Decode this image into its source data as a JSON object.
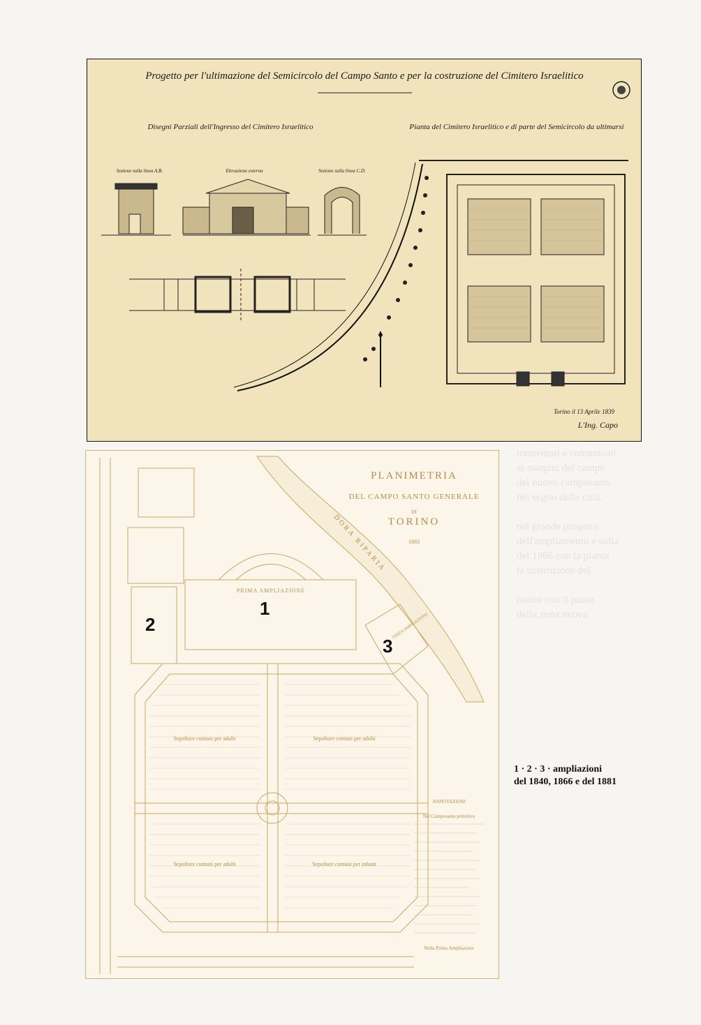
{
  "plate_top": {
    "title": "Progetto per l'ultimazione del Semicircolo del Campo Santo e per la costruzione del Cimitero Israelitico",
    "left_heading": "Disegni Parziali dell'Ingresso del Cimitero Israelitico",
    "elevation_labels": [
      "Sezione sulla linea A.B.",
      "Elevazione esterna",
      "Sezione sulla linea C.D."
    ],
    "right_heading": "Pianta del Cimitero Israelitico e di parte del Semicircolo da ultimarsi",
    "signature_date": "Torino il 13 Aprile 1839",
    "signature": "L'Ing. Capo"
  },
  "plate_bottom": {
    "title": "PLANIMETRIA",
    "subtitle": "DEL CAMPO SANTO GENERALE",
    "di": "DI",
    "city": "TORINO",
    "year": "1883",
    "river": "DORA RIPARIA",
    "prima_ampliazione": "PRIMA AMPLIAZIONE",
    "terza_ampliazione": "TERZA AMPLIAZIONE",
    "field_labels": [
      "Sepolture comuni per adulti",
      "Sepolture comuni per adulti",
      "Sepolture comuni per adulti",
      "Sepolture comuni per infanti"
    ],
    "annotazioni_title": "ANNOTAZIONI",
    "annotazioni_sub": "Nel Camposanto primitivo",
    "nella_prima": "Nella Primo Ampliazione"
  },
  "markers": {
    "one": "1",
    "two": "2",
    "three": "3"
  },
  "caption": {
    "line1": "1 · 2 · 3 · ampliazioni",
    "line2": "del 1840, 1866 e del 1881"
  },
  "colors": {
    "plate_top_bg": "#f1e3bb",
    "plate_bottom_ink": "#b68d43",
    "page_bg": "#f6f5f2"
  }
}
